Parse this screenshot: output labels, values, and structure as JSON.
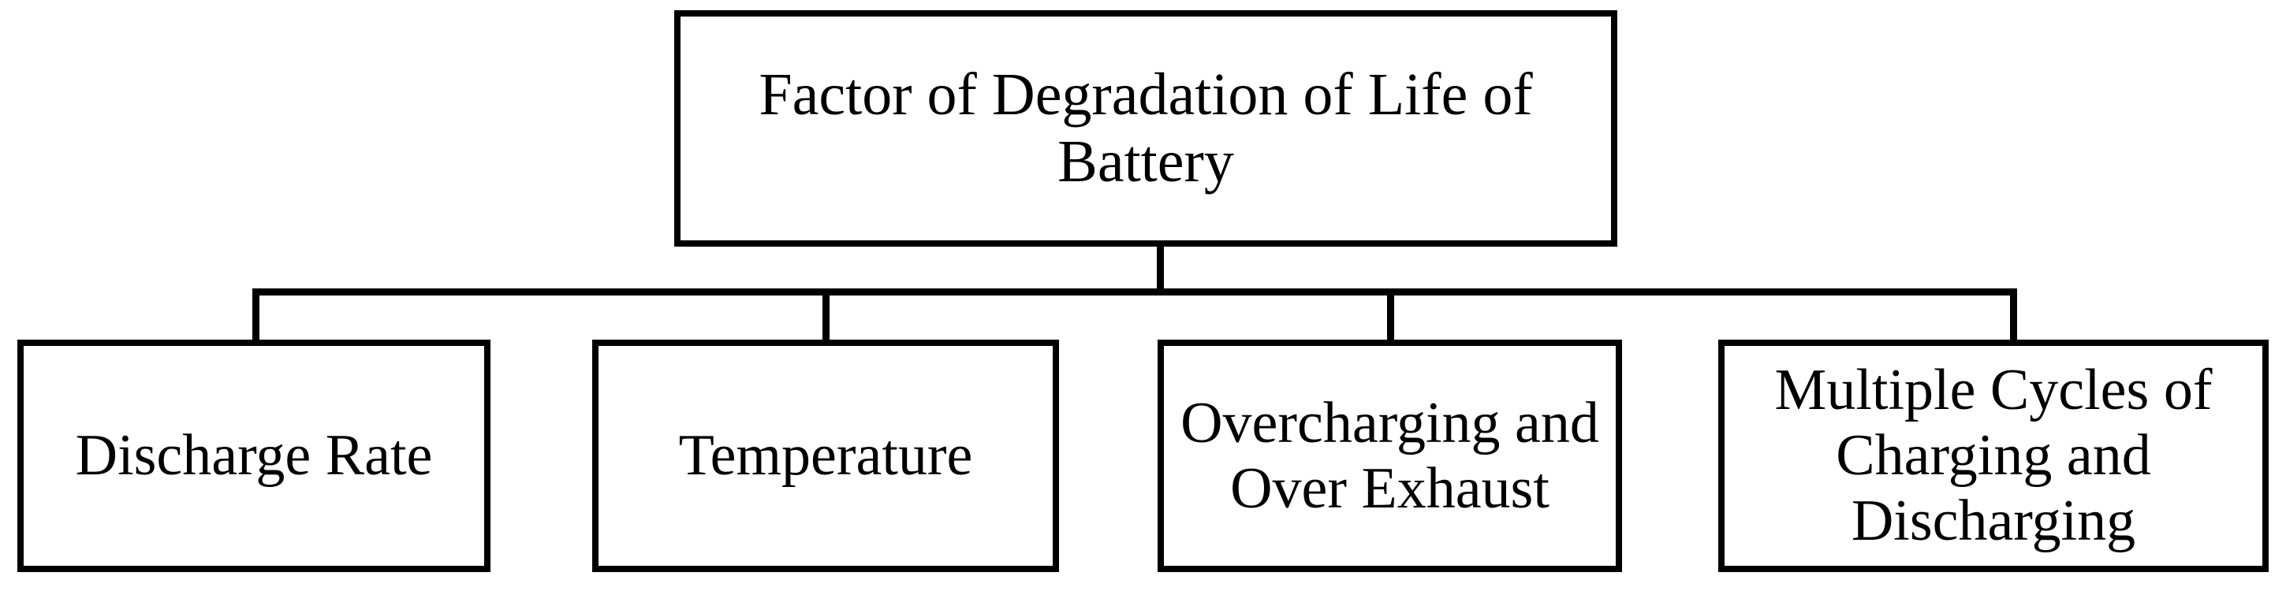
{
  "diagram": {
    "type": "hierarchy-tree",
    "title": "Factor of Degradation of Life of Battery",
    "background_color": "#ffffff",
    "line_color": "#000000",
    "text_color": "#000000",
    "root": {
      "label": "Factor of Degradation of Life of Battery"
    },
    "children": [
      {
        "label": "Discharge Rate"
      },
      {
        "label": "Temperature"
      },
      {
        "label": "Overcharging and Over Exhaust"
      },
      {
        "label": "Multiple Cycles of Charging and Discharging"
      }
    ]
  }
}
